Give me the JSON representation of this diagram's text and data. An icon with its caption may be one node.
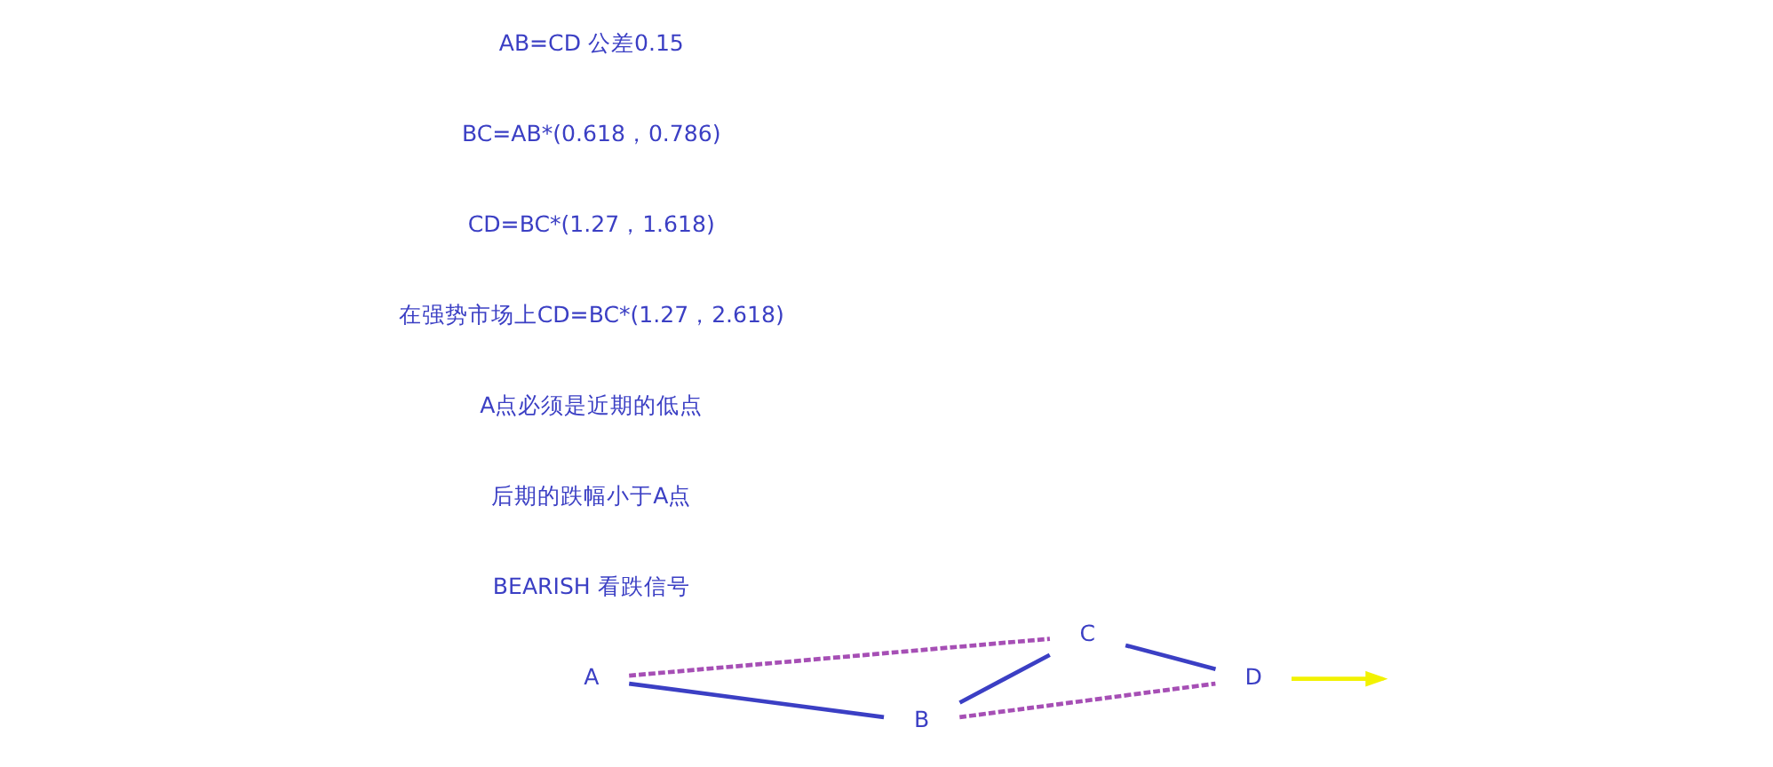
{
  "diagram": {
    "nodes": [
      {
        "text": [
          "A"
        ]
      },
      {
        "text": [
          "B"
        ]
      },
      {
        "text": [
          "C"
        ]
      },
      {
        "text": [
          "D"
        ]
      }
    ],
    "edges": [
      {
        "from": 0,
        "to": 1,
        "arrow": "none"
      },
      {
        "from": 1,
        "to": 2,
        "arrow": "none"
      },
      {
        "from": 2,
        "to": 3,
        "arrow": "none"
      },
      {
        "from": 0,
        "to": 2,
        "arrow": "none",
        "style": "dashed",
        "color": "#a64fb5"
      },
      {
        "from": 1,
        "to": 3,
        "arrow": "none",
        "style": "dashed",
        "color": "#a64fb5"
      },
      {
        "from": 3,
        "to": null,
        "arrow": "to",
        "color": "#f2f200"
      }
    ],
    "labels": [
      "AB=CD 公差0.15",
      "BC=AB*(0.618，0.786)",
      "CD=BC*(1.27，1.618)",
      "在强势市场上CD=BC*(1.27，2.618)",
      "A点必须是近期的低点",
      "后期的跌幅小于A点",
      "BEARISH 看跌信号"
    ]
  }
}
